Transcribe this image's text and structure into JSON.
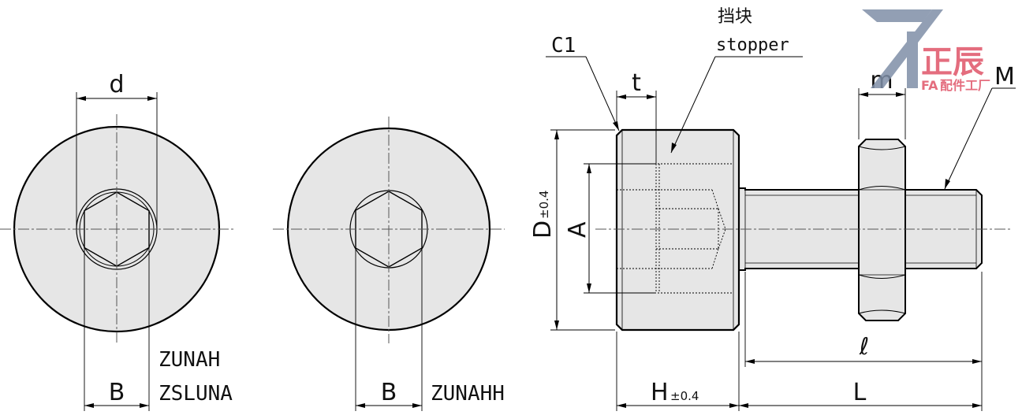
{
  "colors": {
    "part_fill": "#e6e6e6",
    "outline": "#000000",
    "center_line": "#555555",
    "logo_pink": "#e05468",
    "logo_gray": "#7f8fa8"
  },
  "views": {
    "left_view": {
      "dim_d": "d",
      "dim_b": "B",
      "models": [
        "ZUNAH",
        "ZSLUNA"
      ]
    },
    "middle_view": {
      "dim_b": "B",
      "model": "ZUNAHH"
    },
    "side_view": {
      "chamfer": "C1",
      "dim_t": "t",
      "stopper_cn": "挡块",
      "stopper_en": "stopper",
      "dim_m": "m",
      "dim_M": "M",
      "dim_D": "D",
      "dim_D_tol": "±0.4",
      "dim_A": "A",
      "dim_l": "ℓ",
      "dim_H": "H",
      "dim_H_tol": "±0.4",
      "dim_L": "L"
    }
  },
  "logo": {
    "mark": "Z",
    "text_cn": "正辰",
    "sub_fa": "FA",
    "sub_cn": "配件工厂",
    "icon": "zc-logo-icon"
  }
}
